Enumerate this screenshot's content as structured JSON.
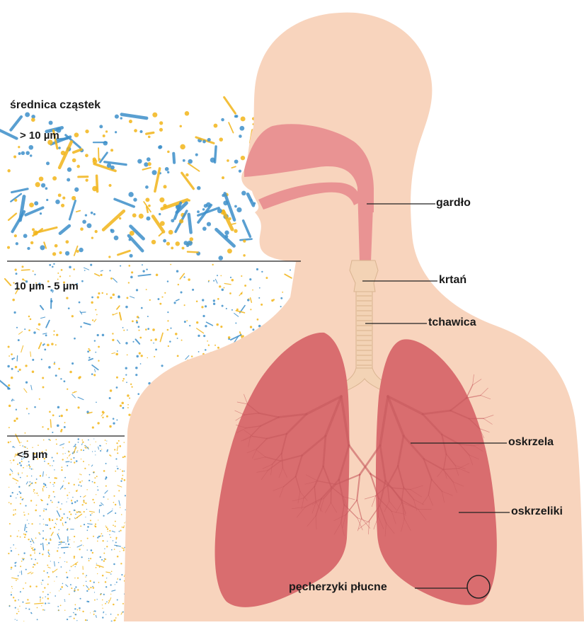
{
  "panel_title": "średnica cząstek",
  "size_bands": [
    {
      "label": "> 10 µm"
    },
    {
      "label": "10 µm - 5 µm"
    },
    {
      "label": "<5 µm"
    }
  ],
  "anatomy_labels": {
    "pharynx": "gardło",
    "larynx": "krtań",
    "trachea": "tchawica",
    "bronchi": "oskrzela",
    "bronchioles": "oskrzeliki",
    "alveoli": "pęcherzyki płucne"
  },
  "colors": {
    "skin": "#f8d4bd",
    "airway": "#e99393",
    "lung": "#d96d6f",
    "cartilage": "#f3d3b5",
    "particle_yellow": "#f2b519",
    "particle_blue": "#3d8fca"
  }
}
